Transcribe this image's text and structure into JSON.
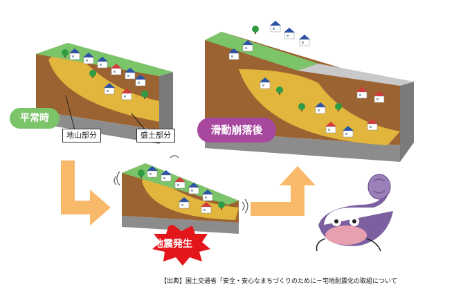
{
  "labels": {
    "normal": "平常時",
    "after_landslide": "滑動崩落後",
    "earthquake": "地震発生",
    "original_ground": "地山部分",
    "fill_ground": "盛土部分"
  },
  "source_note": "【出典】国土交通省「安全・安心なまちづくりのために－宅地耐震化の取組について",
  "colors": {
    "normal_label": "#7cc46a",
    "after_label": "#a7479e",
    "earthquake_burst": "#e3161b",
    "arrow": "#f9b96a",
    "fill_soil": "#e2b53d",
    "original_soil": "#9c6433",
    "bedrock": "#9b9b9b",
    "catfish": "#7b5f9e"
  },
  "icons": [
    "arrow-down-right-icon",
    "arrow-up-right-icon",
    "catfish-icon",
    "house-icon",
    "tree-icon"
  ]
}
